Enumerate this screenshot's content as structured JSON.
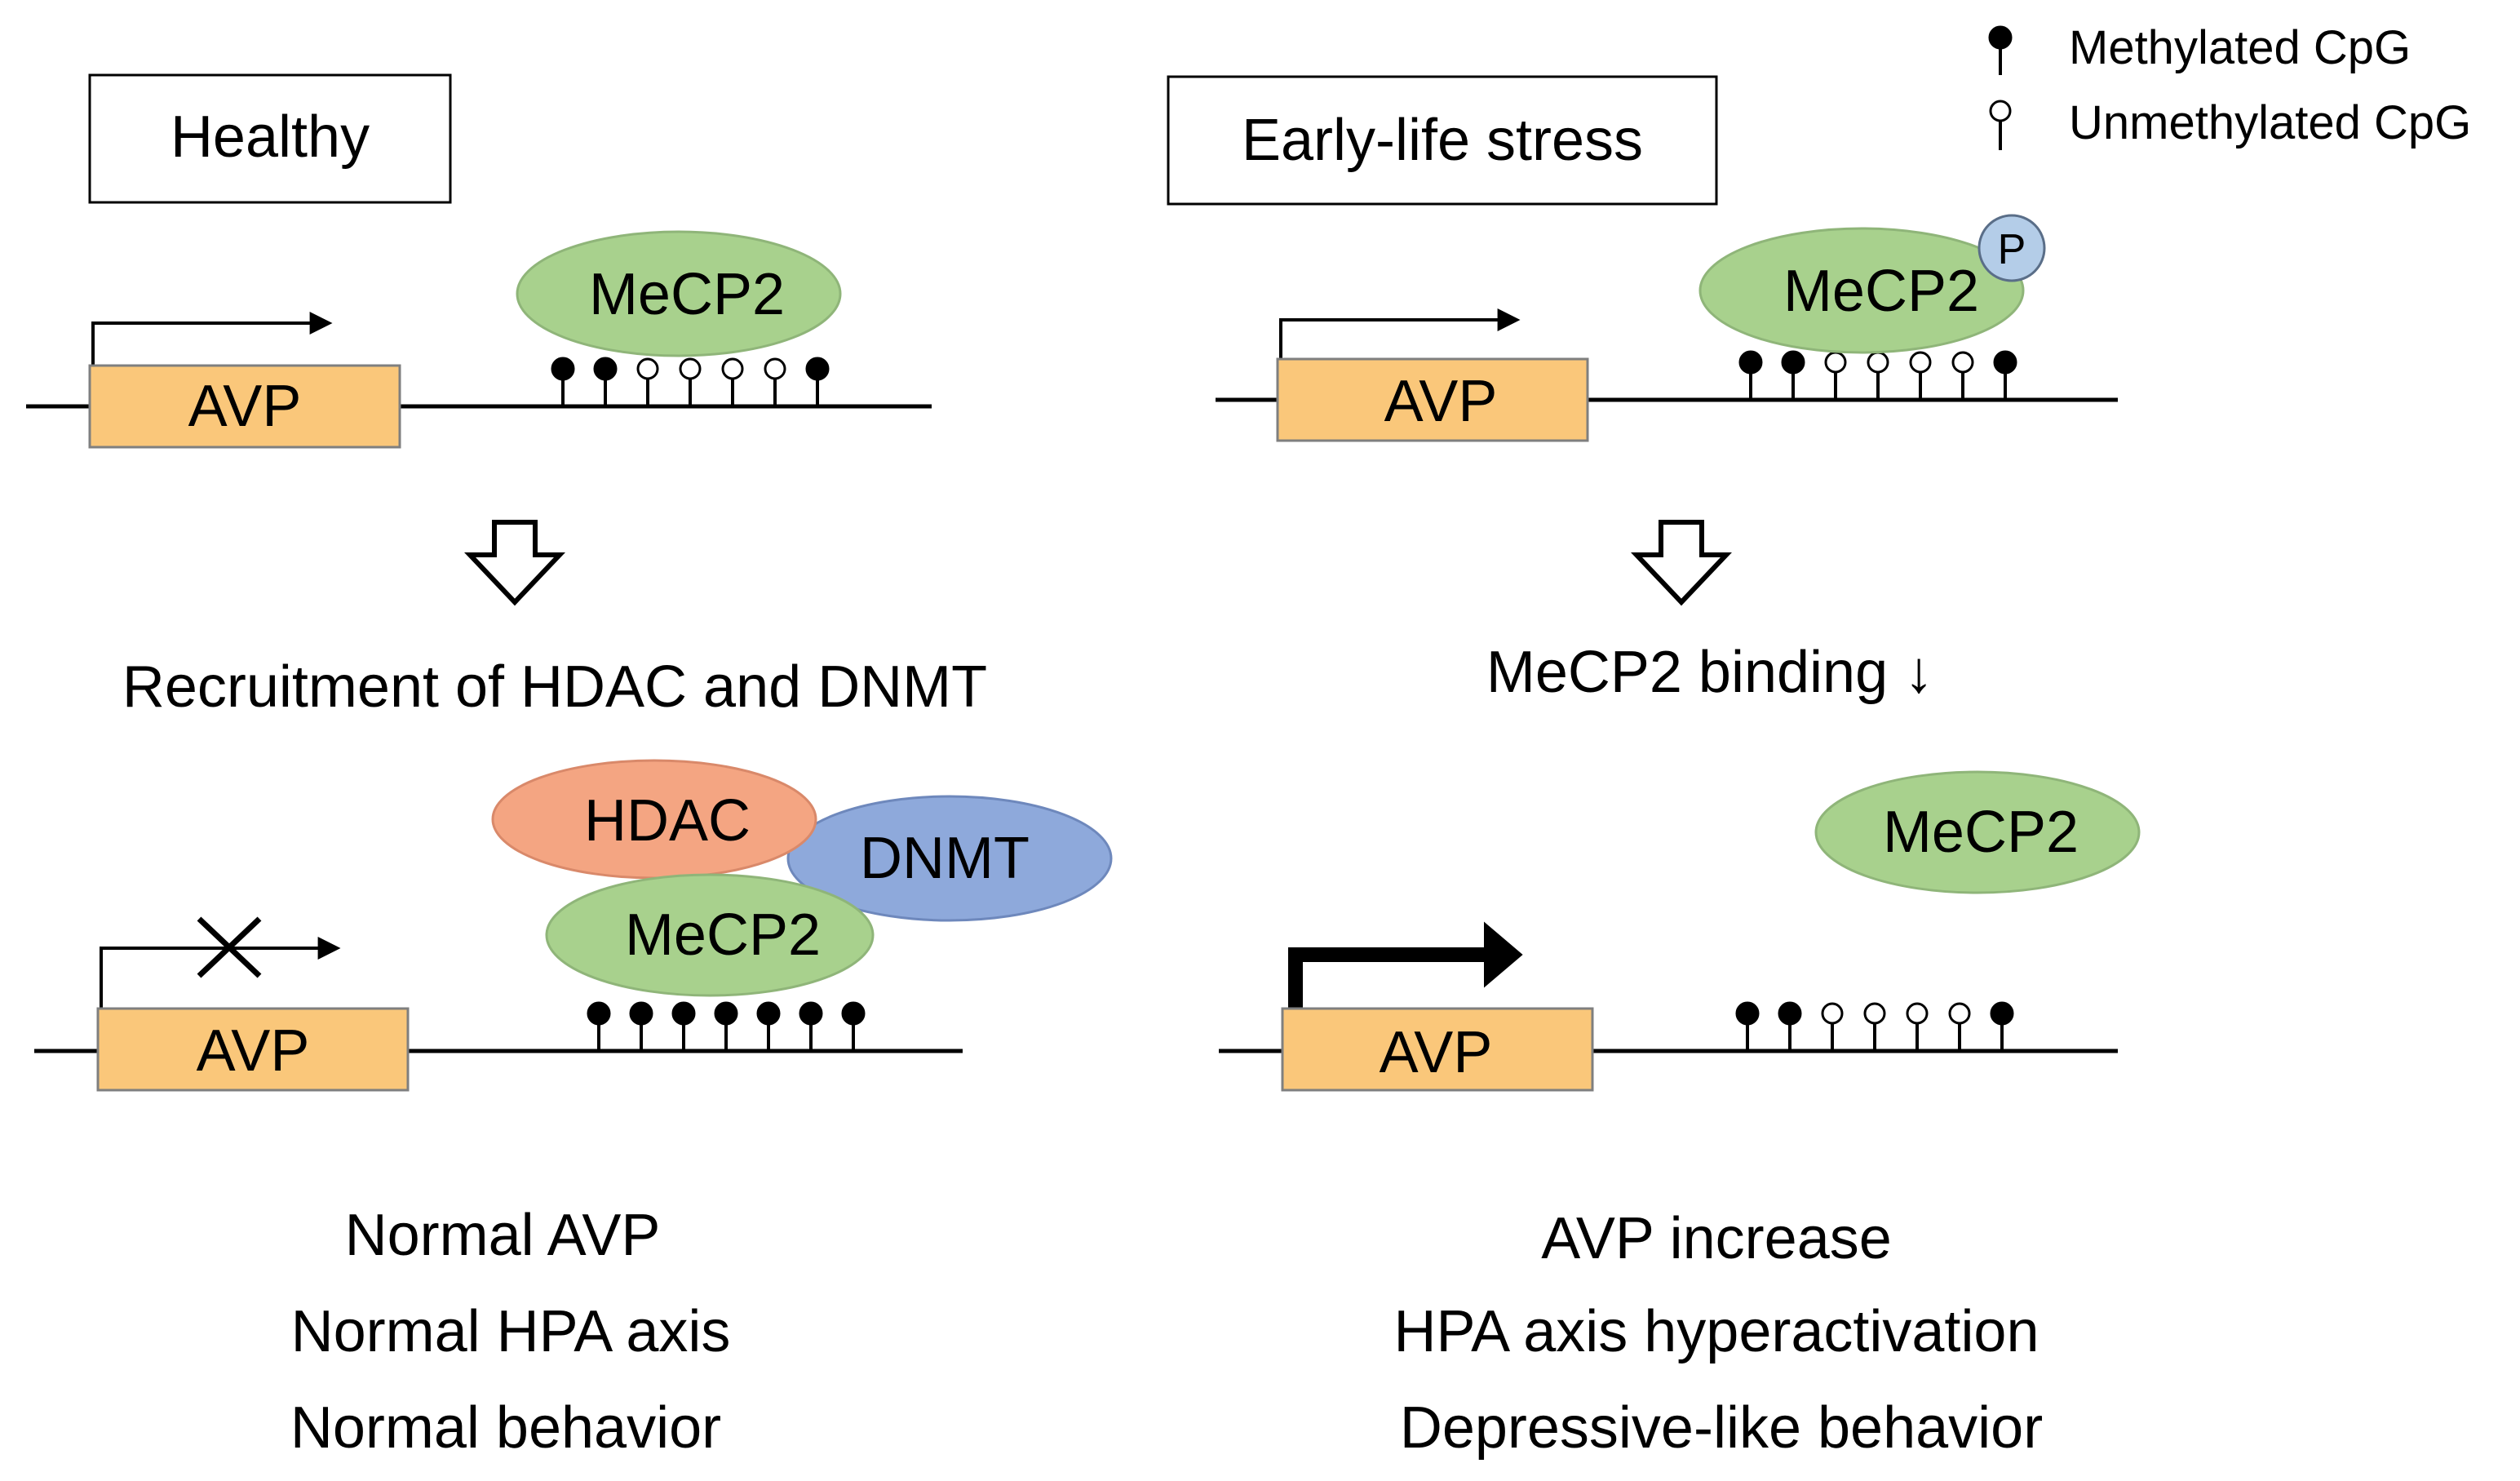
{
  "colors": {
    "gene_fill": "#FAC77A",
    "gene_stroke": "#7F7F7F",
    "mecp2_fill": "#A8D18D",
    "mecp2_stroke": "#8FB579",
    "hdac_fill": "#F4A582",
    "hdac_stroke": "#D9896A",
    "dnmt_fill": "#8EA9DB",
    "dnmt_stroke": "#6E88BC",
    "phospho_fill": "#B4CDE8",
    "phospho_stroke": "#5A6E88",
    "line": "#000000"
  },
  "legend": {
    "methylated_icon": "filled-lollipop-icon",
    "methylated_label": "Methylated CpG",
    "unmethylated_icon": "open-lollipop-icon",
    "unmethylated_label": "Unmethylated CpG"
  },
  "healthy": {
    "condition_label": "Healthy",
    "gene_label": "AVP",
    "protein_label": "MeCP2",
    "top_cpg_pattern": [
      "methylated",
      "methylated",
      "unmethylated",
      "unmethylated",
      "unmethylated",
      "unmethylated",
      "methylated"
    ],
    "arrow_icon": "down-arrow-icon",
    "step_text": "Recruitment of HDAC and DNMT",
    "hdac_label": "HDAC",
    "dnmt_label": "DNMT",
    "bottom_mecp2_label": "MeCP2",
    "blocked_icon": "cross-icon",
    "bottom_gene_label": "AVP",
    "bottom_cpg_pattern": [
      "methylated",
      "methylated",
      "methylated",
      "methylated",
      "methylated",
      "methylated",
      "methylated"
    ],
    "outcomes": [
      "Normal AVP",
      "Normal HPA axis",
      "Normal behavior"
    ]
  },
  "stress": {
    "condition_label": "Early-life stress",
    "gene_label": "AVP",
    "protein_label": "MeCP2",
    "phospho_label": "P",
    "top_cpg_pattern": [
      "methylated",
      "methylated",
      "unmethylated",
      "unmethylated",
      "unmethylated",
      "unmethylated",
      "methylated"
    ],
    "arrow_icon": "down-arrow-icon",
    "step_text": "MeCP2 binding ↓",
    "free_mecp2_label": "MeCP2",
    "bottom_gene_label": "AVP",
    "bottom_cpg_pattern": [
      "methylated",
      "methylated",
      "unmethylated",
      "unmethylated",
      "unmethylated",
      "unmethylated",
      "methylated"
    ],
    "outcomes": [
      "AVP increase",
      "HPA axis hyperactivation",
      "Depressive-like behavior"
    ]
  }
}
